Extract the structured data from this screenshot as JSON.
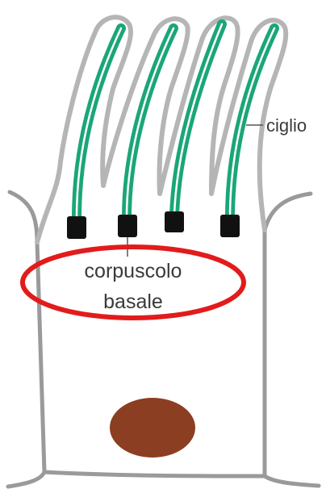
{
  "labels": {
    "cilium": "ciglio",
    "basal_body_line1": "corpuscolo",
    "basal_body_line2": "basale"
  },
  "colors": {
    "membrane": "#9a9a9a",
    "cilium_outer": "#c8c8c8",
    "microtubule": "#1aa679",
    "microtubule_highlight": "#ffffff",
    "basal_body": "#111111",
    "nucleus": "#8b3e22",
    "highlight_ellipse": "#e21b1b",
    "background": "#ffffff"
  },
  "icons": {
    "cilia": "cilium-icon",
    "basal_bodies": "basal-body-icon",
    "nucleus": "nucleus-icon"
  }
}
